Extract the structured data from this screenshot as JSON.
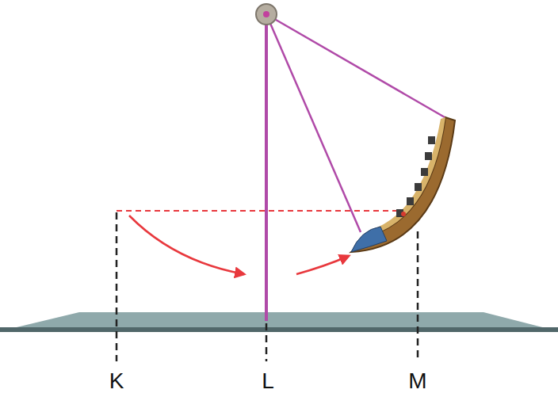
{
  "diagram": {
    "labels": [
      "K",
      "L",
      "M"
    ]
  }
}
